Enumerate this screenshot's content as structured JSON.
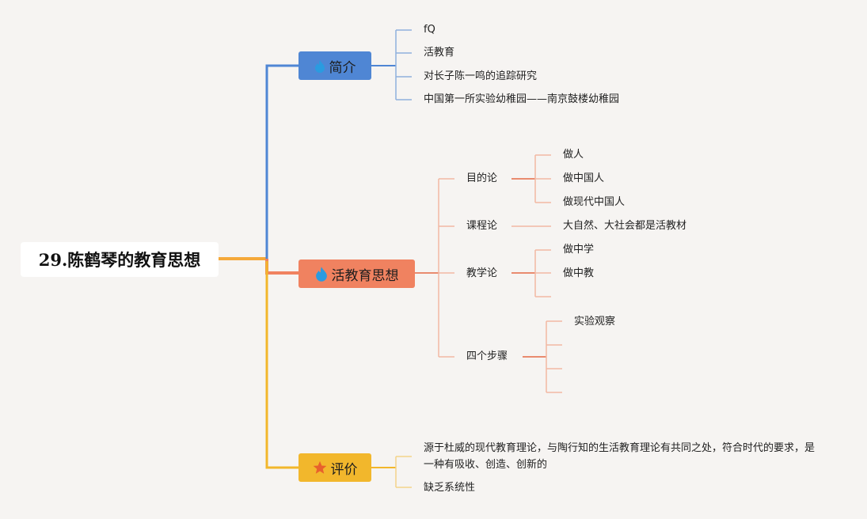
{
  "root": {
    "title": "29.陈鹤琴的教育思想"
  },
  "colors": {
    "intro": "#4f86d4",
    "main": "#f08260",
    "eval": "#f2b72c",
    "root_connector": "#f5a93a",
    "background": "#f6f4f2"
  },
  "branches": {
    "intro": {
      "label": "简介",
      "icon": "flame-icon",
      "children": [
        "fQ",
        "活教育",
        "对长子陈一鸣的追踪研究",
        "中国第一所实验幼稚园——南京鼓楼幼稚园"
      ]
    },
    "main": {
      "label": "活教育思想",
      "icon": "flame-icon",
      "children": [
        {
          "label": "目的论",
          "children": [
            "做人",
            "做中国人",
            "做现代中国人"
          ]
        },
        {
          "label": "课程论",
          "children": [
            "大自然、大社会都是活教材"
          ]
        },
        {
          "label": "教学论",
          "children": [
            "做中学",
            "做中教",
            ""
          ]
        },
        {
          "label": "四个步骤",
          "children": [
            "实验观察",
            "",
            "",
            ""
          ]
        }
      ]
    },
    "eval": {
      "label": "评价",
      "icon": "star-icon",
      "children": [
        "源于杜威的现代教育理论，与陶行知的生活教育理论有共同之处，符合时代的要求，是一种有吸收、创造、创新的",
        "缺乏系统性"
      ]
    }
  }
}
